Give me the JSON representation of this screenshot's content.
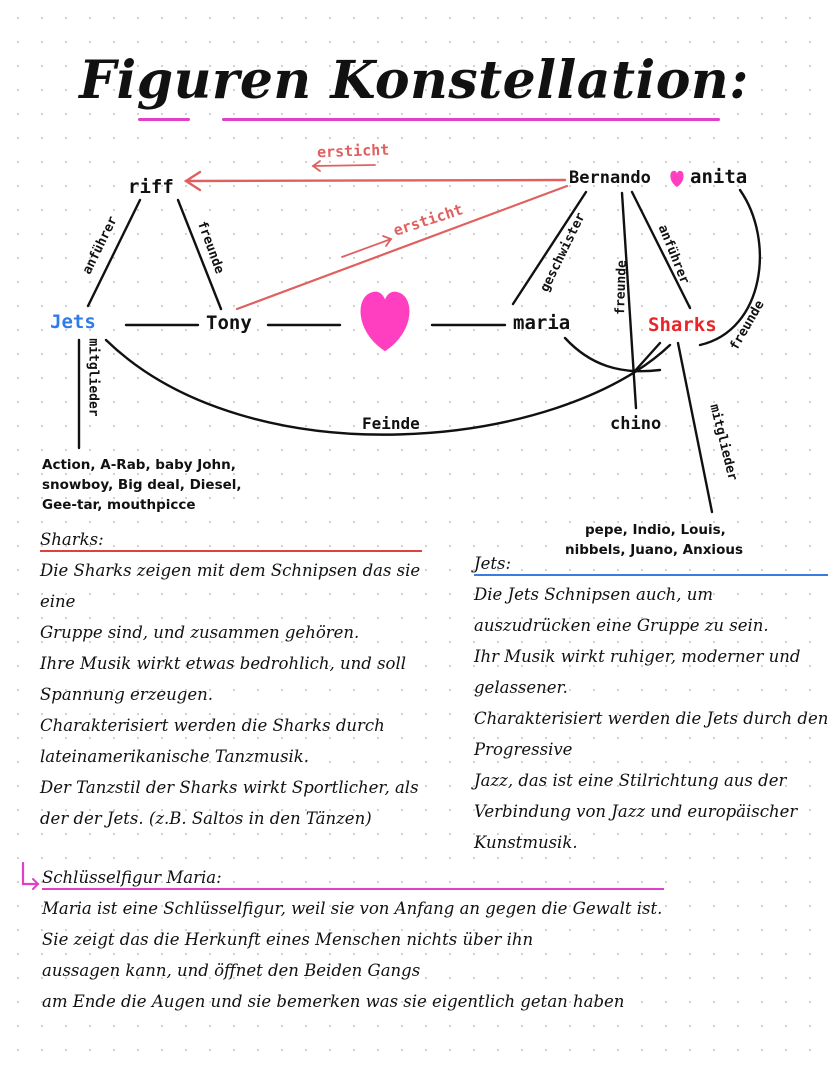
{
  "title": "Figuren Konstellation:",
  "nodes": {
    "riff": "riff",
    "jets": "Jets",
    "tony": "Tony",
    "maria": "maria",
    "bernando": "Bernando",
    "anita": "anita",
    "sharks": "Sharks",
    "chino": "chino"
  },
  "relations": {
    "ersticht_top": "ersticht",
    "ersticht_mid": "ersticht",
    "anfuehrer_jets": "anführer",
    "freunde_riff_tony": "freunde",
    "mitglieder_jets": "mitglieder",
    "geschwister": "geschwister",
    "freunde_bernando_chino": "freunde",
    "anfuehrer_sharks": "anführer",
    "freunde_anita": "freunde",
    "mitglieder_sharks": "mitglieder",
    "feinde": "Feinde"
  },
  "members": {
    "jets": [
      "Action, A-Rab, baby John,",
      "snowboy, Big deal, Diesel,",
      "Gee-tar, mouthpicce"
    ],
    "sharks": [
      "pepe, Indio, Louis,",
      "nibbels, Juano, Anxious"
    ]
  },
  "sections": {
    "sharks": {
      "heading": "Sharks:",
      "lines": [
        "Die Sharks zeigen mit dem Schnipsen das sie",
        "eine",
        "Gruppe sind, und zusammen gehören.",
        "Ihre Musik wirkt etwas bedrohlich, und soll",
        "Spannung erzeugen.",
        "Charakterisiert werden die Sharks durch",
        "lateinamerikanische Tanzmusik.",
        "Der Tanzstil der Sharks wirkt Sportlicher, als",
        "der der Jets. (z.B. Saltos in den Tänzen)"
      ]
    },
    "jets": {
      "heading": "Jets:",
      "lines": [
        "Die Jets Schnipsen auch, um",
        "auszudrücken eine Gruppe zu sein.",
        "Ihr Musik wirkt ruhiger, moderner und",
        "gelassener.",
        "Charakterisiert werden die Jets durch den",
        "Progressive",
        "Jazz, das ist eine Stilrichtung aus der",
        "Verbindung von Jazz und europäischer",
        "Kunstmusik."
      ]
    },
    "maria": {
      "heading": "Schlüsselfigur Maria:",
      "lines": [
        "Maria ist eine Schlüsselfigur, weil sie von Anfang an gegen die Gewalt ist.",
        "Sie zeigt das die Herkunft eines Menschen nichts über ihn",
        "aussagen kann, und öffnet den Beiden Gangs",
        "am Ende die Augen und sie bemerken was sie eigentlich getan haben"
      ]
    }
  },
  "colors": {
    "ink": "#111111",
    "heart": "#ff3fc0",
    "title_underline": "#e040c8",
    "jets_blue": "#2f7be8",
    "sharks_red": "#e8262a",
    "arrow_red": "#e06060",
    "heading_red": "#e0413c",
    "heading_blue": "#3a7be0"
  }
}
